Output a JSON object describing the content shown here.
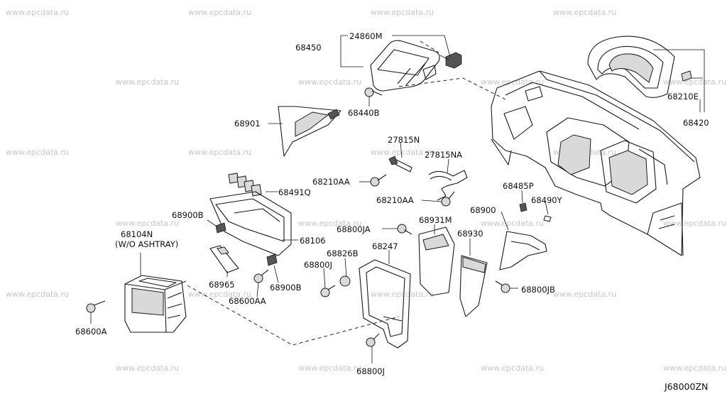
{
  "watermark": "www.epcdata.ru",
  "diagram_code": "J68000ZN",
  "labels": {
    "p24860M": "24860M",
    "p68450": "68450",
    "p68440B": "68440B",
    "p68210E": "68210E",
    "p68420": "68420",
    "p68901": "68901",
    "p27815N": "27815N",
    "p27815NA": "27815NA",
    "p68210AA_1": "68210AA",
    "p68210AA_2": "68210AA",
    "p68491Q": "68491Q",
    "p68485P": "68485P",
    "p68490Y": "68490Y",
    "p68900B_1": "68900B",
    "p68106": "68106",
    "p68104N": "68104N",
    "w_o_ashtray": "(W/O ASHTRAY)",
    "p68900": "68900",
    "p68800JA": "68800JA",
    "p68931M": "68931M",
    "p68930": "68930",
    "p68826B": "68826B",
    "p68247": "68247",
    "p68800J_1": "68800J",
    "p68965": "68965",
    "p68900B_2": "68900B",
    "p68600AA": "68600AA",
    "p68800JB": "68800JB",
    "p68600A": "68600A",
    "p68800J_2": "68800J"
  }
}
